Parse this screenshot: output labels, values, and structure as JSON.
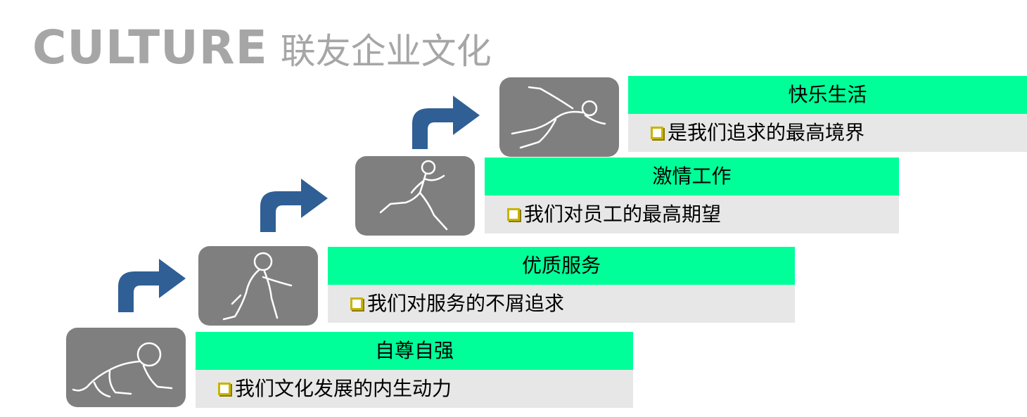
{
  "title": {
    "en": "CULTURE",
    "cn": "联友企业文化"
  },
  "steps": [
    {
      "heading": "自尊自强",
      "text": "我们文化发展的内生动力",
      "icon": "crawling-baby-icon"
    },
    {
      "heading": "优质服务",
      "text": "我们对服务的不屑追求",
      "icon": "walking-child-icon"
    },
    {
      "heading": "激情工作",
      "text": "我们对员工的最高期望",
      "icon": "running-man-icon"
    },
    {
      "heading": "快乐生活",
      "text": "是我们追求的最高境界",
      "icon": "sprinter-icon"
    }
  ],
  "colors": {
    "heading_bg": "#00ff99",
    "body_bg": "#e7e7e7",
    "arrow": "#2f5f95",
    "tile": "#7f7f7f",
    "title": "#a6a6a6"
  }
}
